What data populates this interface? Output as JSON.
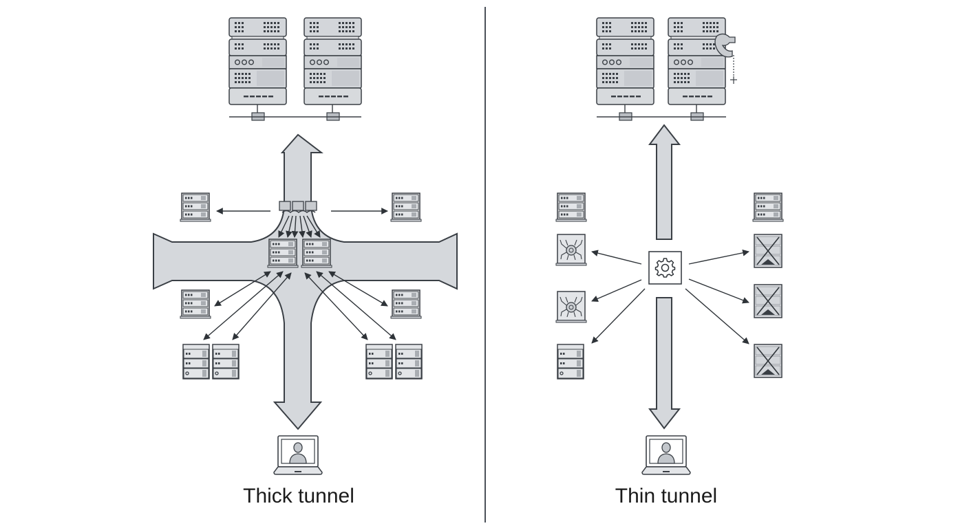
{
  "panels": {
    "left": {
      "caption": "Thick tunnel",
      "top_servers": [
        "rack-server",
        "rack-server"
      ],
      "center_icon": "router-chain-icon",
      "center_servers": [
        "mini-server",
        "mini-server"
      ],
      "side_servers_count": 8,
      "tunnel_style": "wide cross-shaped tunnel with bidirectional arrows",
      "endpoint": "laptop-user-icon"
    },
    "right": {
      "caption": "Thin tunnel",
      "top_servers": [
        "rack-server",
        "rack-server-with-lock"
      ],
      "center_icon": "gear-icon",
      "left_servers": [
        "mini-server",
        "infected-server",
        "infected-server",
        "mini-server"
      ],
      "right_servers": [
        "mini-server",
        "blocked-server",
        "blocked-server",
        "blocked-server"
      ],
      "tunnel_style": "narrow vertical tunnel",
      "endpoint": "laptop-user-icon"
    }
  },
  "colors": {
    "tunnel_fill": "#d5d8dc",
    "stroke": "#3a3f45",
    "server_fill": "#d0d3d7",
    "background": "#ffffff",
    "divider": "#4a5058"
  }
}
